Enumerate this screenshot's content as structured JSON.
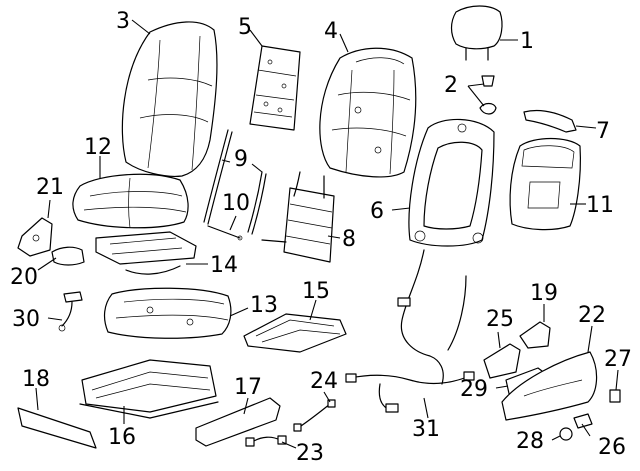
{
  "callouts": [
    {
      "id": "1",
      "text": "1"
    },
    {
      "id": "2",
      "text": "2"
    },
    {
      "id": "3",
      "text": "3"
    },
    {
      "id": "4",
      "text": "4"
    },
    {
      "id": "5",
      "text": "5"
    },
    {
      "id": "6",
      "text": "6"
    },
    {
      "id": "7",
      "text": "7"
    },
    {
      "id": "8",
      "text": "8"
    },
    {
      "id": "9",
      "text": "9"
    },
    {
      "id": "10",
      "text": "10"
    },
    {
      "id": "11",
      "text": "11"
    },
    {
      "id": "12",
      "text": "12"
    },
    {
      "id": "13",
      "text": "13"
    },
    {
      "id": "14",
      "text": "14"
    },
    {
      "id": "15",
      "text": "15"
    },
    {
      "id": "16",
      "text": "16"
    },
    {
      "id": "17",
      "text": "17"
    },
    {
      "id": "18",
      "text": "18"
    },
    {
      "id": "19",
      "text": "19"
    },
    {
      "id": "20",
      "text": "20"
    },
    {
      "id": "21",
      "text": "21"
    },
    {
      "id": "22",
      "text": "22"
    },
    {
      "id": "23",
      "text": "23"
    },
    {
      "id": "24",
      "text": "24"
    },
    {
      "id": "25",
      "text": "25"
    },
    {
      "id": "26",
      "text": "26"
    },
    {
      "id": "27",
      "text": "27"
    },
    {
      "id": "28",
      "text": "28"
    },
    {
      "id": "29",
      "text": "29"
    },
    {
      "id": "30",
      "text": "30"
    },
    {
      "id": "31",
      "text": "31"
    }
  ]
}
